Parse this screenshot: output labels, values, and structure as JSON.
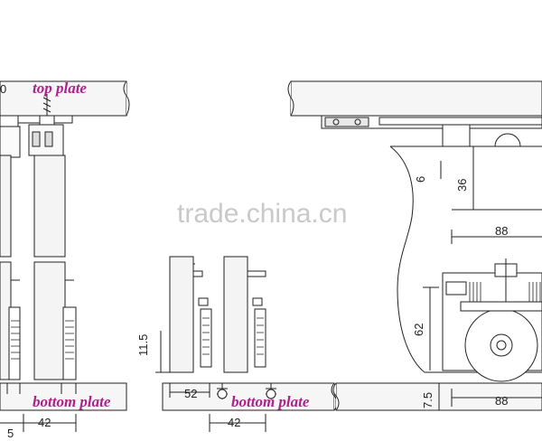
{
  "labels": {
    "top_plate": "top plate",
    "bottom_plate_left": "bottom plate",
    "bottom_plate_mid": "bottom plate"
  },
  "dimensions": {
    "left_top_partial": "0",
    "left_bottom_a": "42",
    "left_bottom_partial": "5",
    "mid_height": "11.5",
    "mid_top_width": "52",
    "mid_bottom_width": "42",
    "right_small": "6",
    "right_height_upper": "36",
    "right_width_upper": "88",
    "right_height_lower": "62",
    "right_offset_lower": "7.5",
    "right_width_lower": "88"
  },
  "watermark": "trade.china.cn",
  "colors": {
    "line": "#222222",
    "label": "#b0208c",
    "panel_fill": "#f4f4f4"
  }
}
